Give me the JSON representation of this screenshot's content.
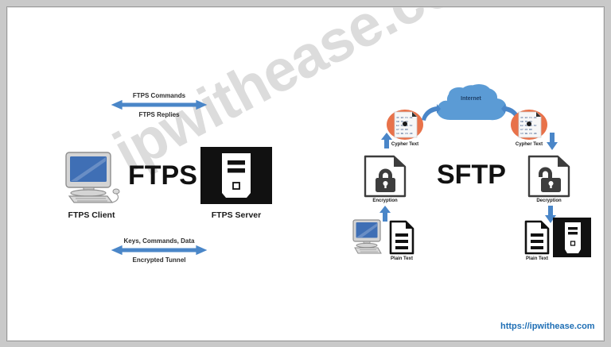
{
  "page": {
    "watermark": "ipwithease.com",
    "url": "https://ipwithease.com",
    "background": "#ffffff",
    "frame_color": "#9a9a9a",
    "accent_blue": "#4a86c8",
    "cloud_blue": "#5b9bd5",
    "cypher_circle": "#e8724a",
    "icon_dark": "#3d3d3d"
  },
  "ftps": {
    "title": "FTPS",
    "client_label": "FTPS Client",
    "server_label": "FTPS Server",
    "top_arrow": {
      "above_label": "FTPS Commands",
      "below_label": "FTPS Replies",
      "direction": "bidirectional"
    },
    "bottom_arrow": {
      "above_label": "Keys, Commands, Data",
      "below_label": "Encrypted Tunnel",
      "direction": "bidirectional"
    }
  },
  "sftp": {
    "title": "SFTP",
    "cloud_label": "Internet",
    "left": {
      "plain_text_label": "Plain Text",
      "encryption_label": "Encryption",
      "cypher_text_label": "Cypher Text",
      "lock_state": "locked"
    },
    "right": {
      "cypher_text_label": "Cypher Text",
      "decryption_label": "Decryption",
      "plain_text_label": "Plain Text",
      "lock_state": "unlocked"
    }
  }
}
